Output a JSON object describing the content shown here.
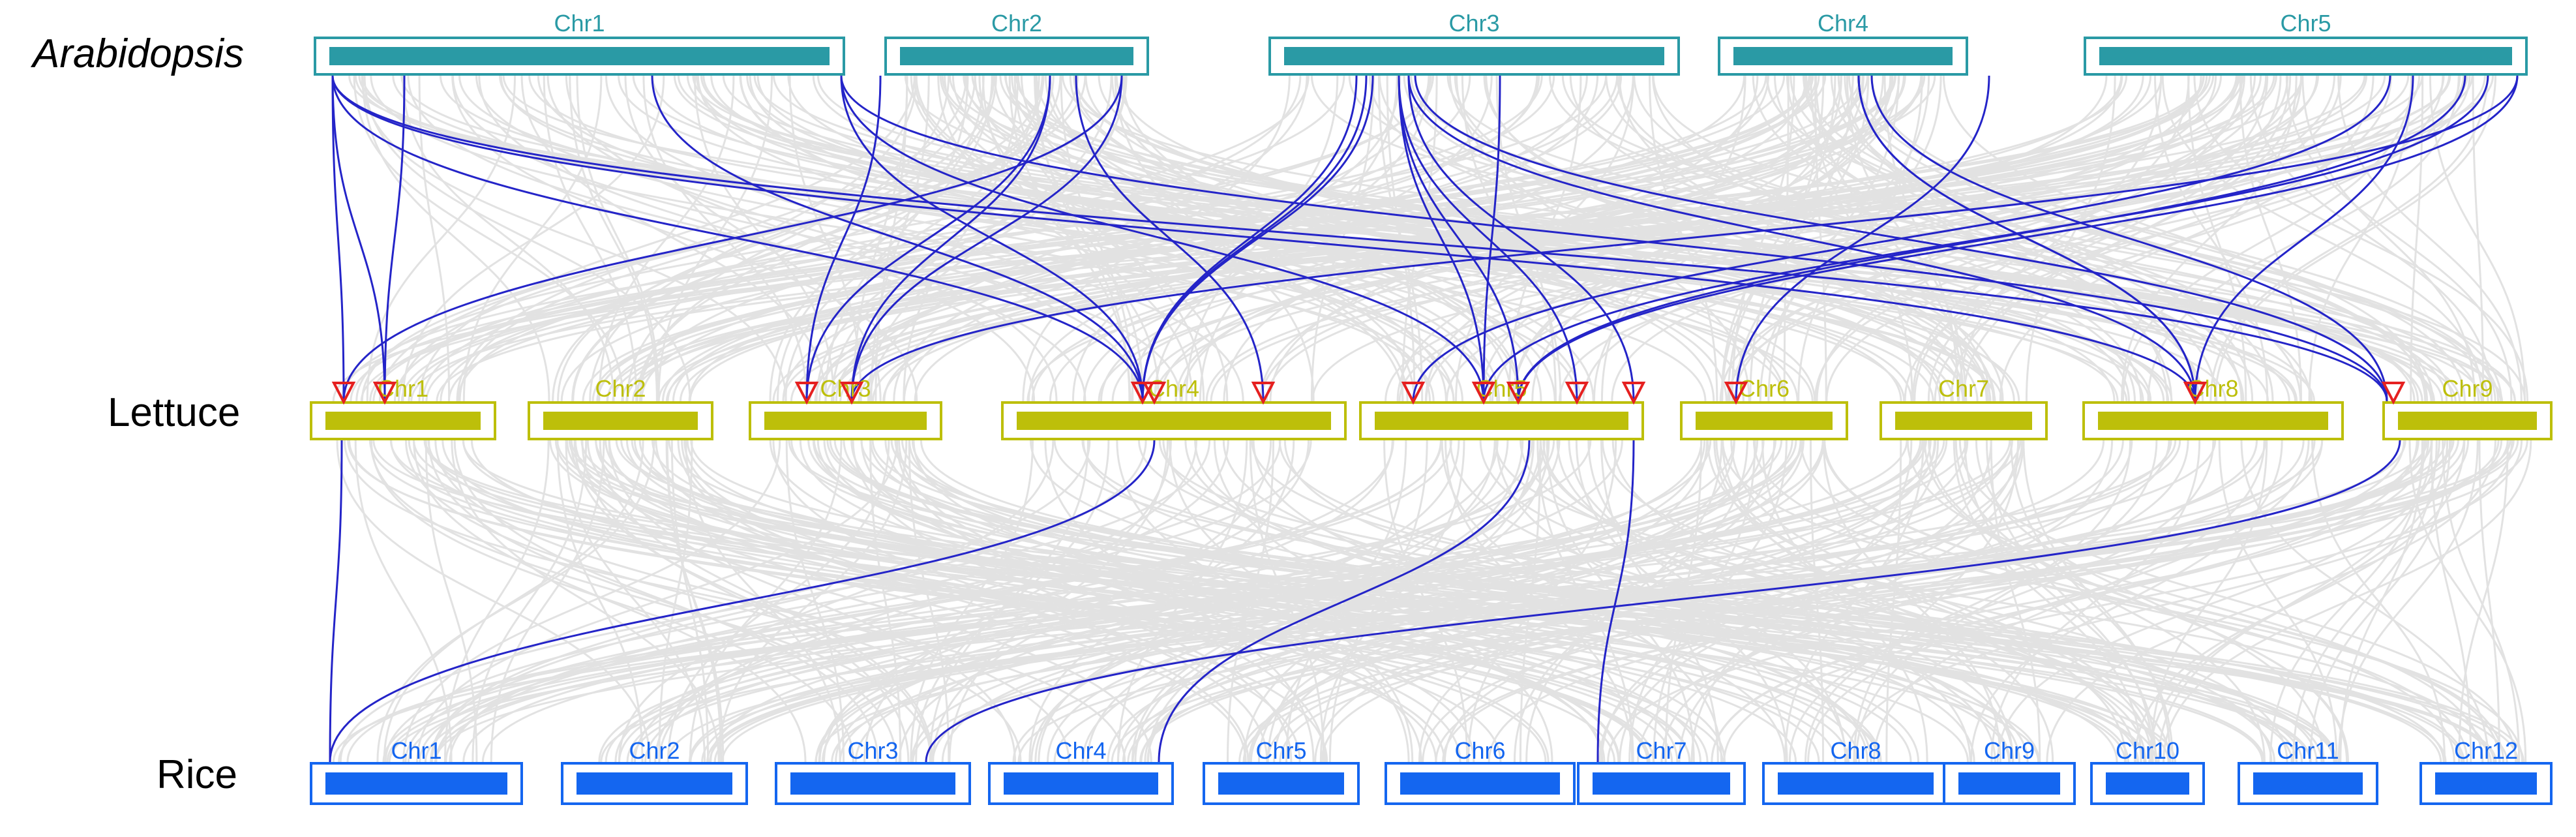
{
  "colors": {
    "background": "#ffffff",
    "arabidopsis": "#2a9aa5",
    "lettuce": "#bdbf0a",
    "rice": "#1466f0",
    "highlight_link": "#2424c8",
    "background_link": "#e2e2e2",
    "marker": "#e52020"
  },
  "tracks": [
    {
      "id": "arabidopsis",
      "label": "Arabidopsis",
      "italic": true,
      "chromosomes": [
        "Chr1",
        "Chr2",
        "Chr3",
        "Chr4",
        "Chr5"
      ]
    },
    {
      "id": "lettuce",
      "label": "Lettuce",
      "italic": false,
      "chromosomes": [
        "Chr1",
        "Chr2",
        "Chr3",
        "Chr4",
        "Chr5",
        "Chr6",
        "Chr7",
        "Chr8",
        "Chr9"
      ]
    },
    {
      "id": "rice",
      "label": "Rice",
      "italic": false,
      "chromosomes": [
        "Chr1",
        "Chr2",
        "Chr3",
        "Chr4",
        "Chr5",
        "Chr6",
        "Chr7",
        "Chr8",
        "Chr9",
        "Chr10",
        "Chr11",
        "Chr12"
      ]
    }
  ]
}
